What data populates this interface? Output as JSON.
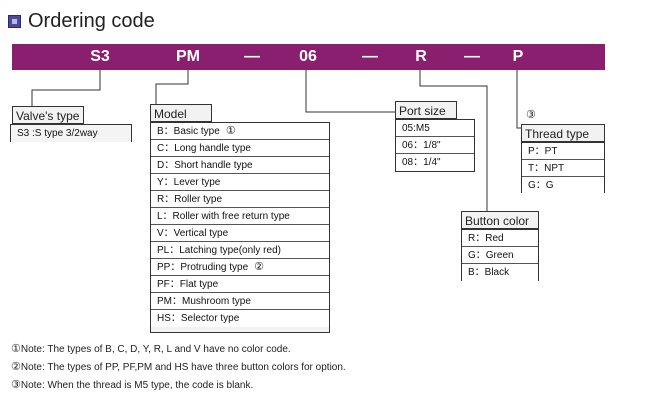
{
  "title": "Ordering code",
  "code": [
    "S3",
    "PM",
    "—",
    "06",
    "—",
    "R",
    "—",
    "P"
  ],
  "valve_type": {
    "header": "Valve's type",
    "items": [
      "S3 :S type 3/2way"
    ]
  },
  "model": {
    "header": "Model",
    "items": [
      "B：Basic type",
      "C：Long handle type",
      "D：Short handle type",
      "Y：Lever type",
      "R：Roller type",
      "L：Roller with free return type",
      "V：Vertical type",
      "PL：Latching type(only red)",
      "PP：Protruding type",
      "PF：Flat type",
      "PM：Mushroom type",
      "HS：Selector type"
    ],
    "mark_b": "①",
    "mark_pp": "②"
  },
  "port_size": {
    "header": "Port size",
    "items": [
      "05:M5",
      "06：1/8\"",
      "08：1/4\""
    ]
  },
  "button_color": {
    "header": "Button color",
    "items": [
      "R：Red",
      "G：Green",
      "B：Black"
    ]
  },
  "thread_type": {
    "mark": "③",
    "header": "Thread type",
    "items": [
      "P：PT",
      "T：NPT",
      "G：G"
    ]
  },
  "notes": [
    {
      "mark": "①",
      "text": "Note: The types of B, C, D, Y, R, L and V have no color code."
    },
    {
      "mark": "②",
      "text": "Note: The types of PP, PF,PM and HS have three button colors for option."
    },
    {
      "mark": "③",
      "text": "Note: When the thread is M5 type, the code is blank."
    }
  ],
  "colors": {
    "bar": "#8b1f6f",
    "icon": "#4a4a9a"
  }
}
